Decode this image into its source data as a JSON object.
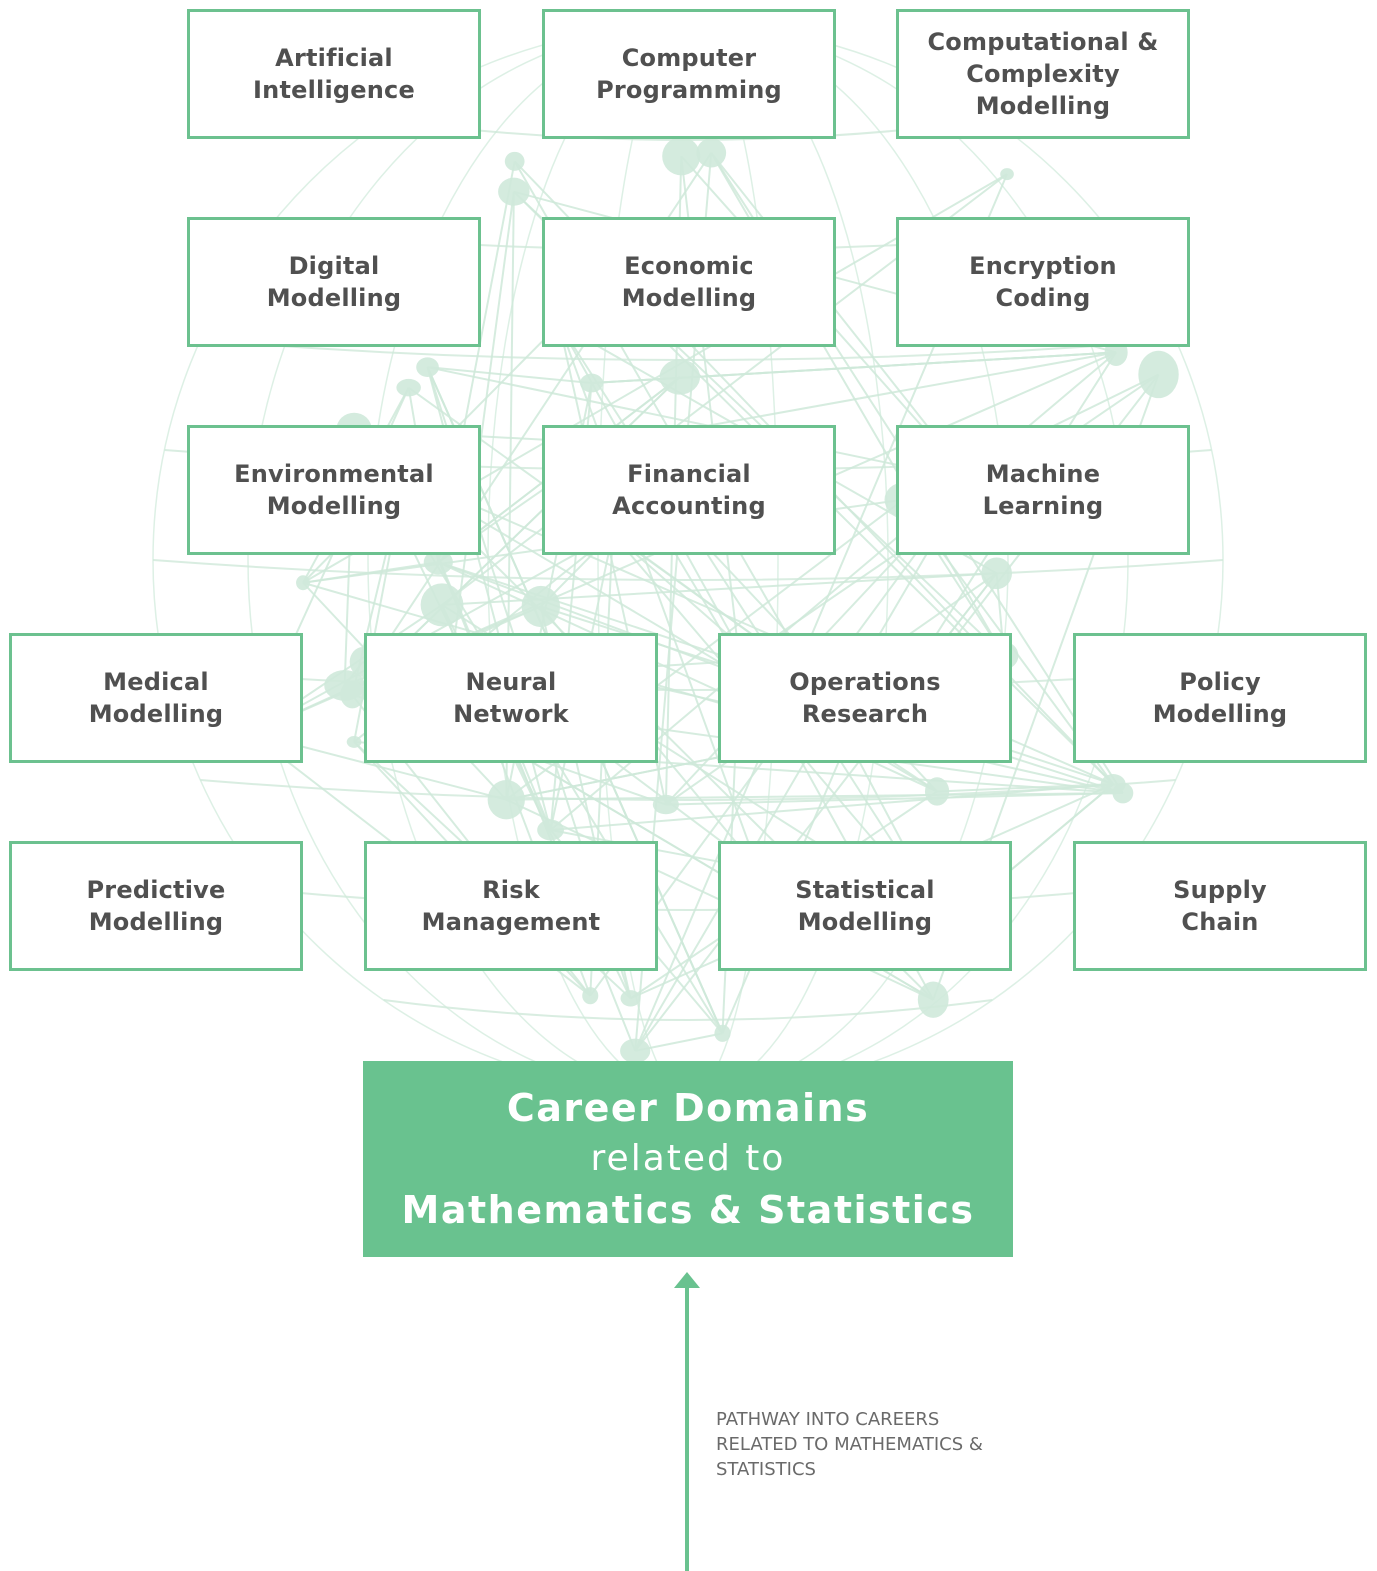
{
  "domains": [
    {
      "id": "artificial-intelligence",
      "label": "Artificial\nIntelligence"
    },
    {
      "id": "computer-programming",
      "label": "Computer\nProgramming"
    },
    {
      "id": "computational-complexity-modelling",
      "label": "Computational &\nComplexity Modelling"
    },
    {
      "id": "digital-modelling",
      "label": "Digital\nModelling"
    },
    {
      "id": "economic-modelling",
      "label": "Economic\nModelling"
    },
    {
      "id": "encryption-coding",
      "label": "Encryption\nCoding"
    },
    {
      "id": "environmental-modelling",
      "label": "Environmental\nModelling"
    },
    {
      "id": "financial-accounting",
      "label": "Financial\nAccounting"
    },
    {
      "id": "machine-learning",
      "label": "Machine\nLearning"
    },
    {
      "id": "medical-modelling",
      "label": "Medical\nModelling"
    },
    {
      "id": "neural-network",
      "label": "Neural\nNetwork"
    },
    {
      "id": "operations-research",
      "label": "Operations\nResearch"
    },
    {
      "id": "policy-modelling",
      "label": "Policy\nModelling"
    },
    {
      "id": "predictive-modelling",
      "label": "Predictive\nModelling"
    },
    {
      "id": "risk-management",
      "label": "Risk\nManagement"
    },
    {
      "id": "statistical-modelling",
      "label": "Statistical\nModelling"
    },
    {
      "id": "supply-chain",
      "label": "Supply\nChain"
    }
  ],
  "title": {
    "line1": "Career Domains",
    "line2": "related to",
    "line3": "Mathematics & Statistics"
  },
  "pathway_label": "PATHWAY INTO CAREERS\nRELATED TO MATHEMATICS &\nSTATISTICS",
  "colors": {
    "accent": "#69c28f",
    "border": "#6cc18f",
    "network": "#cfe9da",
    "text": "#505050"
  }
}
